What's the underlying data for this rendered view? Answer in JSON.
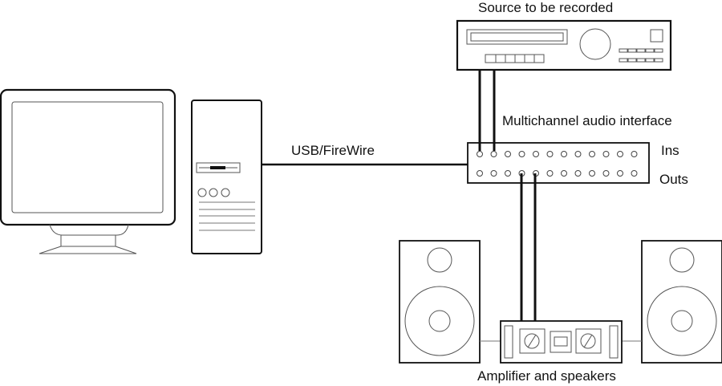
{
  "diagram": {
    "labels": {
      "source": "Source to be recorded",
      "interface": "Multichannel audio interface",
      "ins": "Ins",
      "outs": "Outs",
      "connection": "USB/FireWire",
      "amplifier": "Amplifier and speakers"
    },
    "components": [
      "computer-monitor",
      "computer-tower",
      "source-device",
      "audio-interface",
      "amplifier",
      "left-speaker",
      "right-speaker"
    ],
    "interface_ports": {
      "ins": 12,
      "outs": 12
    },
    "colors": {
      "stroke": "#111111",
      "thin": "#555555",
      "background": "#ffffff"
    }
  }
}
